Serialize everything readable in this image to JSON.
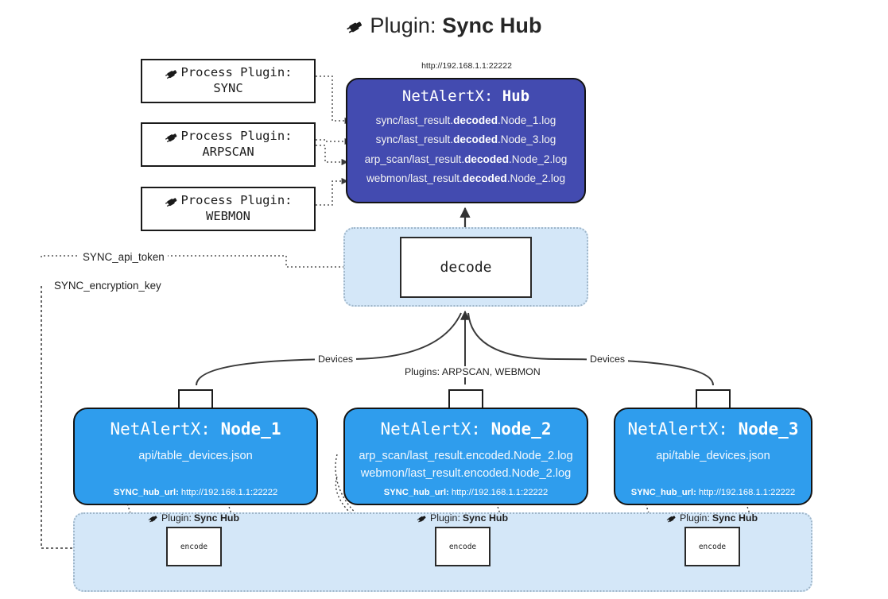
{
  "title": {
    "icon": "plug-icon",
    "prefix": "Plugin:",
    "name": "Sync Hub"
  },
  "hub": {
    "url": "http://192.168.1.1:22222",
    "title_prefix": "NetAlertX:",
    "title_name": "Hub",
    "loglines": [
      {
        "pre": "sync/last_result.",
        "strong": "decoded",
        "post": ".Node_1.log"
      },
      {
        "pre": "sync/last_result.",
        "strong": "decoded",
        "post": ".Node_3.log"
      },
      {
        "pre": "arp_scan/last_result.",
        "strong": "decoded",
        "post": ".Node_2.log"
      },
      {
        "pre": "webmon/last_result.",
        "strong": "decoded",
        "post": ".Node_2.log"
      }
    ]
  },
  "process_plugins": [
    {
      "icon": "plug-icon",
      "line1": "Process Plugin:",
      "line2": "SYNC"
    },
    {
      "icon": "plug-icon",
      "line1": "Process Plugin:",
      "line2": "ARPSCAN"
    },
    {
      "icon": "plug-icon",
      "line1": "Process Plugin:",
      "line2": "WEBMON"
    }
  ],
  "decode": {
    "label": "decode"
  },
  "keys": [
    {
      "label": "SYNC_api_token"
    },
    {
      "label": "SYNC_encryption_key"
    }
  ],
  "edge_labels": {
    "devices_left": "Devices",
    "devices_right": "Devices",
    "plugins_mid": "Plugins: ARPSCAN, WEBMON"
  },
  "nodes": [
    {
      "title_prefix": "NetAlertX:",
      "title_name": "Node_1",
      "lines": [
        "api/table_devices.json"
      ],
      "foot_key": "SYNC_hub_url:",
      "foot_val": "http://192.168.1.1:22222",
      "envelope_icon": "envelope-icon"
    },
    {
      "title_prefix": "NetAlertX:",
      "title_name": "Node_2",
      "lines": [
        "arp_scan/last_result.encoded.Node_2.log",
        "webmon/last_result.encoded.Node_2.log"
      ],
      "foot_key": "SYNC_hub_url:",
      "foot_val": "http://192.168.1.1:22222",
      "envelope_icon": "envelope-icon"
    },
    {
      "title_prefix": "NetAlertX:",
      "title_name": "Node_3",
      "lines": [
        "api/table_devices.json"
      ],
      "foot_key": "SYNC_hub_url:",
      "foot_val": "http://192.168.1.1:22222",
      "envelope_icon": "envelope-icon"
    }
  ],
  "encoders": [
    {
      "icon": "plug-icon",
      "label_prefix": "Plugin:",
      "label_name": "Sync Hub",
      "box_label": "encode"
    },
    {
      "icon": "plug-icon",
      "label_prefix": "Plugin:",
      "label_name": "Sync Hub",
      "box_label": "encode"
    },
    {
      "icon": "plug-icon",
      "label_prefix": "Plugin:",
      "label_name": "Sync Hub",
      "box_label": "encode"
    }
  ],
  "colors": {
    "hub_fill": "#434bb0",
    "node_fill": "#2f9ded",
    "container_fill": "#d4e7f8",
    "container_border": "#9fb6c9",
    "stroke": "#141414",
    "page_bg": "#ffffff"
  }
}
